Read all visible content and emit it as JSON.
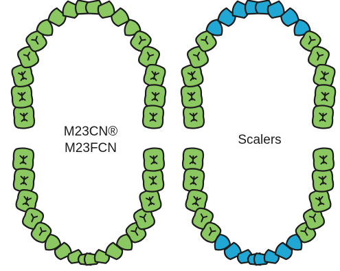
{
  "charts": [
    {
      "lines": [
        "M23CN®",
        "M23FCN"
      ],
      "colors": {
        "front": "#8cc862",
        "back": "#8cc862"
      }
    },
    {
      "lines": [
        "Scalers"
      ],
      "colors": {
        "front": "#21a7d4",
        "back": "#8cc862"
      }
    }
  ],
  "outline_color": "#1b1b1b"
}
